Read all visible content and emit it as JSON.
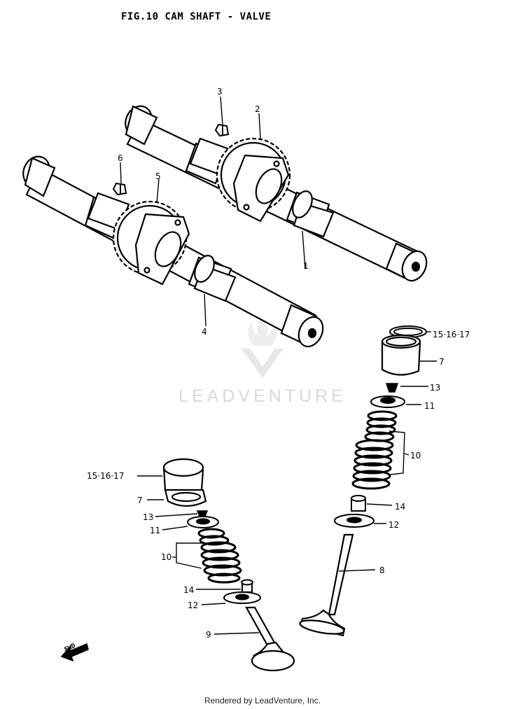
{
  "title": "FIG.10   CAM SHAFT - VALVE",
  "watermark": "LEADVENTURE",
  "footer": "Rendered by LeadVenture, Inc.",
  "fwd_label": "FWD",
  "callouts": {
    "c1": "1",
    "c2": "2",
    "c3": "3",
    "c4": "4",
    "c5": "5",
    "c6": "6",
    "c7a": "7",
    "c7b": "7",
    "c8": "8",
    "c9": "9",
    "c10a": "10",
    "c10b": "10",
    "c11a": "11",
    "c11b": "11",
    "c12a": "12",
    "c12b": "12",
    "c13a": "13",
    "c13b": "13",
    "c14a": "14",
    "c14b": "14",
    "c15a": "15·16·17",
    "c15b": "15·16·17"
  }
}
